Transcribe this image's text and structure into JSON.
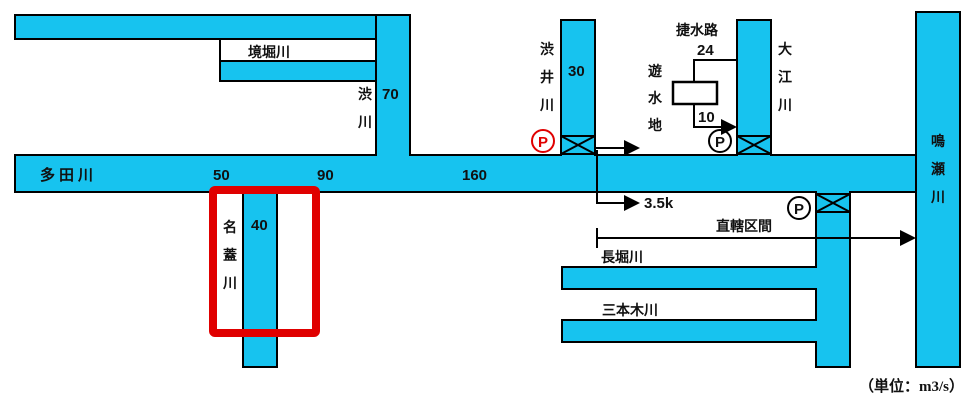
{
  "colors": {
    "water": "#17c3ef",
    "outline": "#000000",
    "highlight": "#e00000",
    "pump_red": "#e00000"
  },
  "rivers": {
    "tadagawa": "多田川",
    "sakaibori": "境堀川",
    "shibukawa_v": [
      "渋",
      "川"
    ],
    "shibuikawa_v": [
      "渋",
      "井",
      "川"
    ],
    "ooekawa_v": [
      "大",
      "江",
      "川"
    ],
    "narusegawa_v": [
      "鳴",
      "瀬",
      "川"
    ],
    "meikawa_v": [
      "名",
      "蓋",
      "川"
    ],
    "nagahori": "長堀川",
    "sanbongi": "三本木川"
  },
  "facilities": {
    "shosuiro": "捷水路",
    "yusuichi_v": [
      "遊",
      "水",
      "地"
    ],
    "chokkatsu": "直轄区間",
    "pump_symbol": "P"
  },
  "flows": {
    "main_50": "50",
    "main_90": "90",
    "main_160": "160",
    "shibukawa": "70",
    "shibuikawa": "30",
    "shosuiro": "24",
    "yusuichi": "10",
    "meikawa": "40",
    "distance": "3.5k"
  },
  "unit_note": "（単位：m3/s）"
}
